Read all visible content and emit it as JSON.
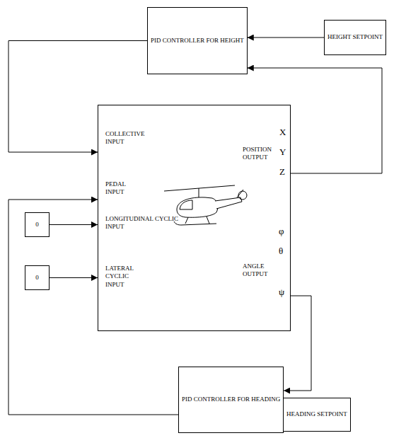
{
  "diagram": {
    "nodes": [
      {
        "text": [
          "PID CONTROLLER FOR HEIGHT"
        ]
      },
      {
        "text": [
          "HEIGHT SETPOINT"
        ]
      },
      {
        "text": [
          "COLLECTIVE INPUT",
          "PEDAL INPUT",
          "LONGITUDINAL CYCLIC INPUT",
          "LATERAL CYCLIC INPUT",
          "POSITION OUTPUT",
          "X",
          "Y",
          "Z",
          "ANGLE OUTPUT",
          "φ",
          "θ",
          "ψ"
        ]
      },
      {
        "text": [
          "0"
        ]
      },
      {
        "text": [
          "0"
        ]
      },
      {
        "text": [
          "PID CONTROLLER FOR HEADING"
        ]
      },
      {
        "text": [
          "HEADING SETPOINT"
        ]
      }
    ],
    "edges": [
      {
        "from": 0,
        "to": 2,
        "arrow": "to"
      },
      {
        "from": 1,
        "to": 0,
        "arrow": "to"
      },
      {
        "from": 2,
        "to": 0,
        "arrow": "to"
      },
      {
        "from": 5,
        "to": 2,
        "arrow": "to"
      },
      {
        "from": 3,
        "to": 2,
        "arrow": "to"
      },
      {
        "from": 4,
        "to": 2,
        "arrow": "to"
      },
      {
        "from": 2,
        "to": 5,
        "arrow": "to"
      },
      {
        "from": 6,
        "to": 5,
        "arrow": "to"
      }
    ]
  }
}
